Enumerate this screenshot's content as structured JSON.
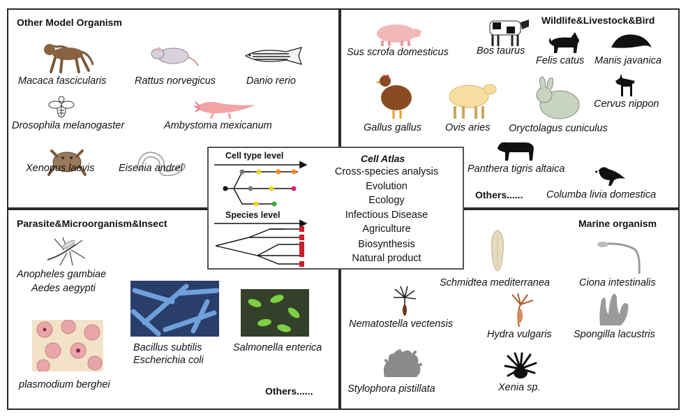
{
  "panels": {
    "model": {
      "title": "Other Model Organism",
      "species": [
        "Macaca fascicularis",
        "Rattus norvegicus",
        "Danio rerio",
        "Drosophila melanogaster",
        "Ambystoma mexicanum",
        "Xenopus laevis",
        "Eisenia andrei"
      ]
    },
    "wildlife": {
      "title": "Wildlife&Livestock&Bird",
      "species": [
        "Sus scrofa domesticus",
        "Bos taurus",
        "Felis catus",
        "Manis javanica",
        "Gallus gallus",
        "Ovis aries",
        "Oryctolagus cuniculus",
        "Cervus nippon",
        "Panthera tigris altaica",
        "Columba livia domestica"
      ],
      "others": "Others......"
    },
    "parasite": {
      "title": "Parasite&Microorganism&Insect",
      "species": [
        "Anopheles gambiae",
        "Aedes aegypti",
        "Bacillus subtilis",
        "Escherichia coli",
        "Salmonella enterica",
        "plasmodium berghei"
      ],
      "others": "Others......"
    },
    "marine": {
      "title": "Marine organism",
      "species": [
        "Schmidtea mediterranea",
        "Ciona intestinalis",
        "Nematostella vectensis",
        "Hydra vulgaris",
        "Spongilla lacustris",
        "Stylophora pistillata",
        "Xenia sp."
      ]
    }
  },
  "center": {
    "title": "Cell Atlas",
    "celltype_label": "Cell type level",
    "species_label": "Species level",
    "topics": [
      "Cross-species analysis",
      "Evolution",
      "Ecology",
      "Infectious Disease",
      "Agriculture",
      "Biosynthesis",
      "Natural product"
    ]
  },
  "colors": {
    "border": "#2a2a2a",
    "node_yellow": "#f2d21b",
    "node_orange": "#f08a24",
    "node_magenta": "#d6247a",
    "node_green": "#3fa83a",
    "node_gray": "#7a7a7a",
    "species_bar": "#c8202a"
  }
}
